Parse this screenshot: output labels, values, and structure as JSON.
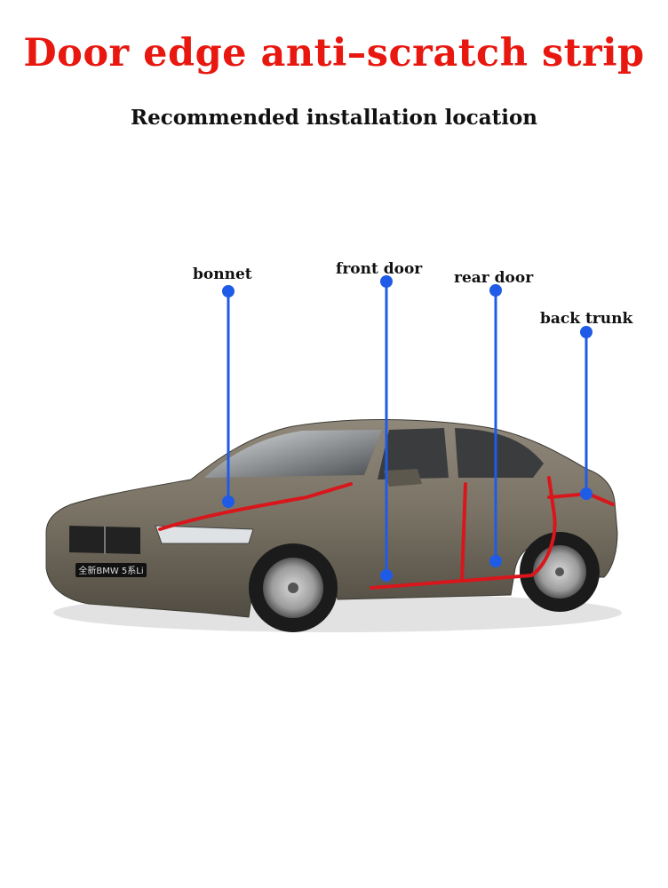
{
  "title": "Door edge anti–scratch strip",
  "subtitle": "Recommended installation location",
  "labels": {
    "bonnet": "bonnet",
    "front_door": "front door",
    "rear_door": "rear door",
    "back_trunk": "back trunk"
  },
  "plate_text": "全新BMW 5系Li",
  "colors": {
    "title": "#e8170f",
    "marker": "#1f5be6",
    "strip": "#d8161b",
    "car_body": "#7c7565"
  }
}
